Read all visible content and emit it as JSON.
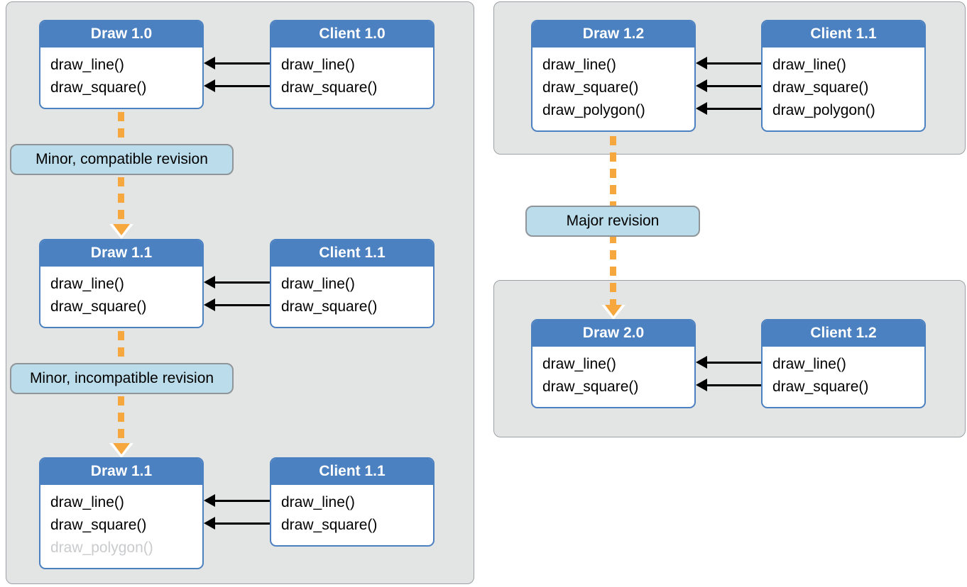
{
  "colors": {
    "panel_bg": "#e3e4e4",
    "panel_border": "#9ba1a4",
    "module_bg": "#ffffff",
    "module_border": "#4b80c1",
    "module_header_bg": "#4b80c1",
    "label_bg": "#bbdcea",
    "label_border": "#8f9598",
    "arrow_orange": "#f6a73d",
    "arrow_black": "#000000",
    "disabled_method_color": "#c9cbcd"
  },
  "diagram": {
    "left_panel": {
      "rows": [
        {
          "draw": {
            "title": "Draw 1.0",
            "methods": [
              "draw_line()",
              "draw_square()"
            ]
          },
          "client": {
            "title": "Client 1.0",
            "methods": [
              "draw_line()",
              "draw_square()"
            ]
          }
        },
        {
          "draw": {
            "title": "Draw 1.1",
            "methods": [
              "draw_line()",
              "draw_square()"
            ]
          },
          "client": {
            "title": "Client 1.1",
            "methods": [
              "draw_line()",
              "draw_square()"
            ]
          }
        },
        {
          "draw": {
            "title": "Draw 1.1",
            "methods": [
              "draw_line()",
              "draw_square()",
              "draw_polygon()"
            ],
            "disabled_method_index": 2
          },
          "client": {
            "title": "Client 1.1",
            "methods": [
              "draw_line()",
              "draw_square()"
            ]
          }
        }
      ],
      "transitions": [
        "Minor, compatible revision",
        "Minor, incompatible revision"
      ]
    },
    "right_top_panel": {
      "draw": {
        "title": "Draw 1.2",
        "methods": [
          "draw_line()",
          "draw_square()",
          "draw_polygon()"
        ]
      },
      "client": {
        "title": "Client 1.1",
        "methods": [
          "draw_line()",
          "draw_square()",
          "draw_polygon()"
        ]
      }
    },
    "right_bottom_panel": {
      "draw": {
        "title": "Draw 2.0",
        "methods": [
          "draw_line()",
          "draw_square()"
        ]
      },
      "client": {
        "title": "Client 1.2",
        "methods": [
          "draw_line()",
          "draw_square()"
        ]
      }
    },
    "major_transition": "Major revision"
  }
}
